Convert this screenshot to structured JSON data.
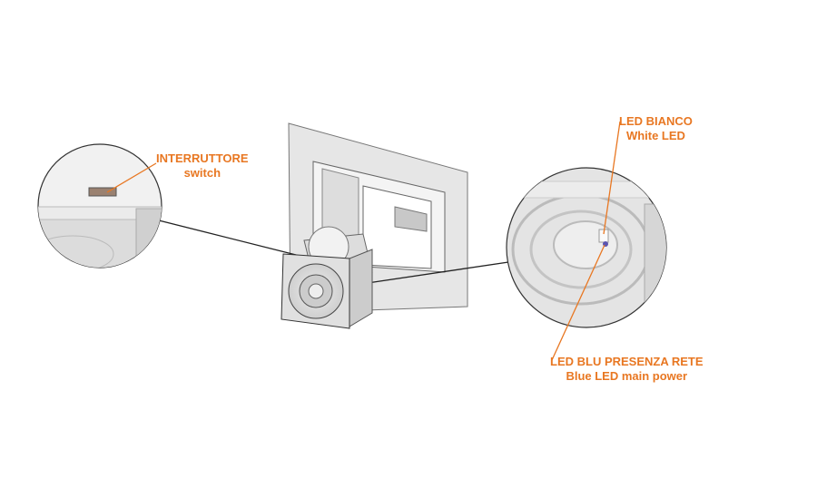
{
  "labels": {
    "switch_it": "INTERRUTTORE",
    "switch_en": "switch",
    "white_led_it": "LED BIANCO",
    "white_led_en": "White LED",
    "blue_led_it": "LED BLU PRESENZA RETE",
    "blue_led_en": "Blue LED main power"
  },
  "colors": {
    "label": "#e87722"
  }
}
